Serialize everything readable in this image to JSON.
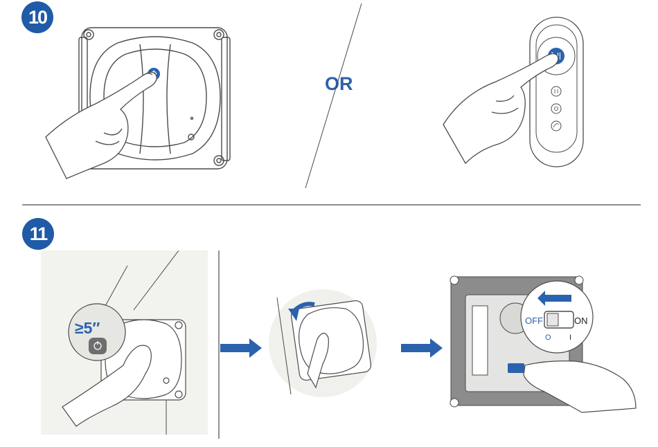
{
  "steps": {
    "step10": {
      "number": "10",
      "separator": "OR"
    },
    "step11": {
      "number": "11",
      "hold_time": "≥5″",
      "switch_off": "OFF",
      "switch_on": "ON",
      "off_symbol": "O",
      "on_symbol": "I"
    }
  },
  "icons": {
    "power": "power-icon",
    "play_pause": "play-pause-icon",
    "arrow": "blue-arrow-icon"
  },
  "colors": {
    "accent": "#1f5ba6",
    "button_blue": "#2b62ad",
    "line": "#4a4a4a",
    "panel_gray": "#f2f2ef",
    "device_gray": "#8c8c8c"
  }
}
